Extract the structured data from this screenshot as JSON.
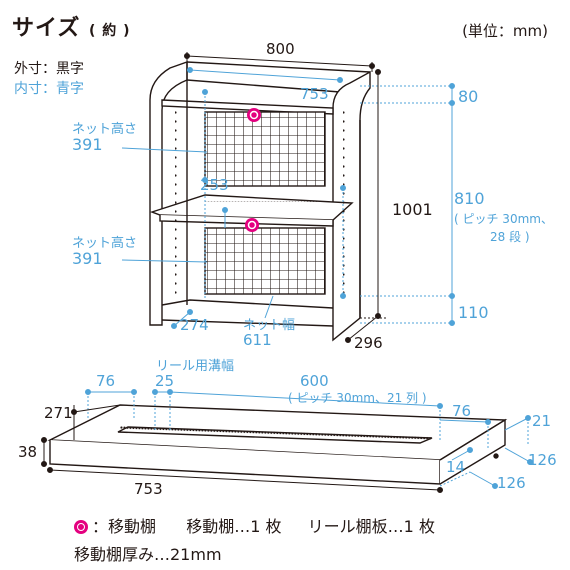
{
  "header": {
    "title": "サイズ",
    "title_note": "( 約 )",
    "unit": "(単位：mm)"
  },
  "legend": {
    "outer": "外寸：黒字",
    "inner": "内寸：青字"
  },
  "shelf": {
    "width_outer": "800",
    "width_inner": "753",
    "height_outer": "1001",
    "depth_outer": "296",
    "depth_inner": "274",
    "net_height_label": "ネット高さ",
    "net_height_value": "391",
    "net_height_label2": "ネット高さ",
    "net_height_value2": "391",
    "net_width_label": "ネット幅",
    "net_width_value": "611",
    "shelf_gap": "253",
    "top_space": "80",
    "pitch_range": "810",
    "pitch_note": "( ピッチ 30mm、",
    "pitch_steps": "28 段 )",
    "bottom_space": "110"
  },
  "rail_shelf": {
    "groove_label": "リール用溝幅",
    "groove_width": "25",
    "left_margin": "76",
    "pitch_range": "600",
    "pitch_note": "( ピッチ 30mm、21 列 )",
    "right_margin": "76",
    "depth": "271",
    "thickness": "38",
    "length": "753",
    "side_a": "21",
    "side_b": "14",
    "side_c": "126",
    "side_d": "126"
  },
  "footer": {
    "marker_label": "：移動棚",
    "part1": "移動棚…1 枚",
    "part2": "リール棚板…1 枚",
    "line2": "移動棚厚み…21mm"
  },
  "colors": {
    "outline": "#231815",
    "dimension_blue": "#4fa3d8",
    "marker": "#e4007f",
    "net": "#231815"
  }
}
